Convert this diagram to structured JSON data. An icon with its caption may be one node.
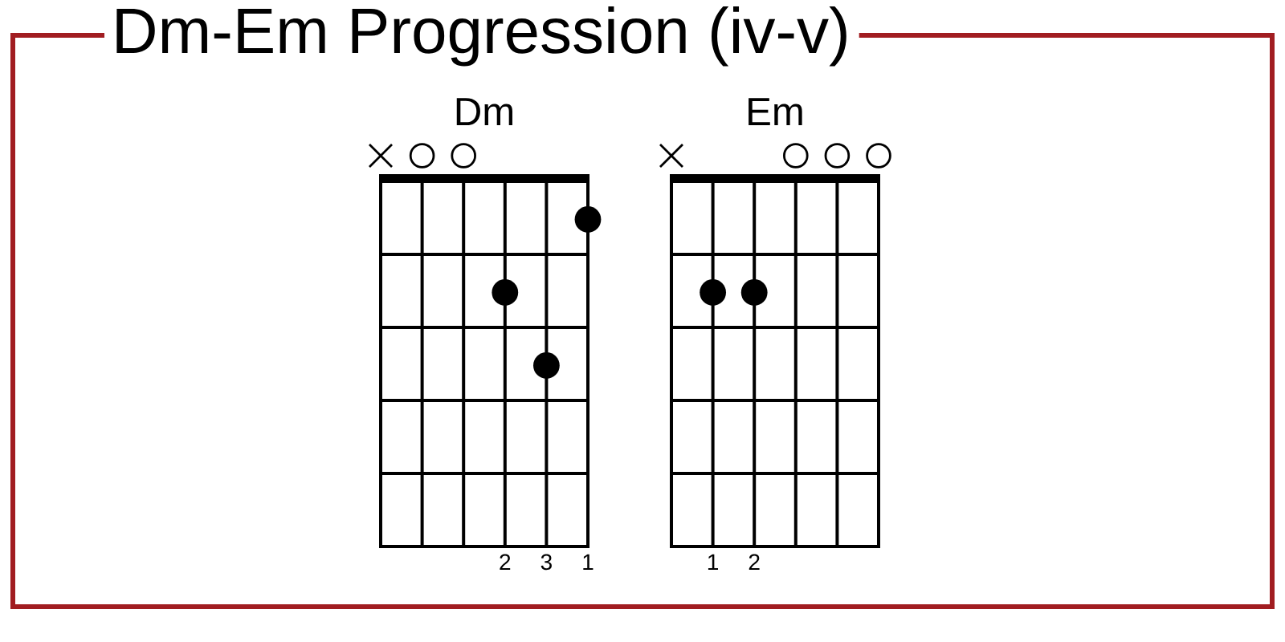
{
  "diagram": {
    "title": "Dm-Em Progression (iv-v)",
    "nodes": [
      {
        "text": [
          "Dm"
        ],
        "beside": [
          "2",
          "3",
          "1"
        ]
      },
      {
        "text": [
          "Em"
        ],
        "beside": [
          "1",
          "2"
        ]
      }
    ]
  }
}
